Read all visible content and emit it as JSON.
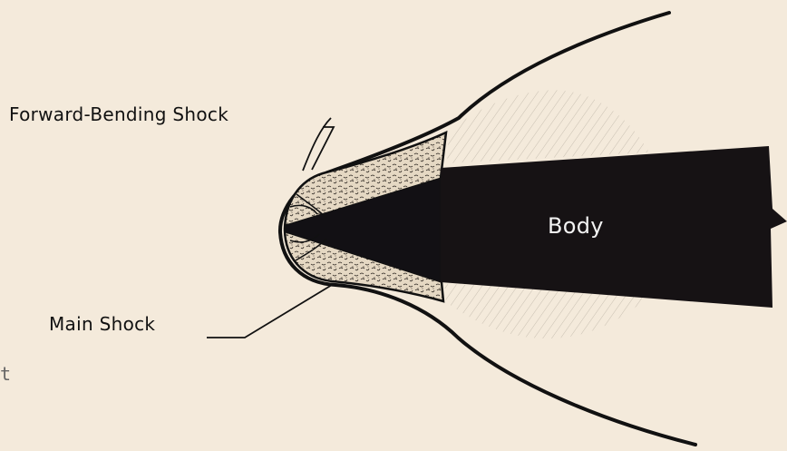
{
  "labels": {
    "forward_bending_shock": "Forward-Bending Shock",
    "main_shock": "Main Shock",
    "body": "Body"
  },
  "edge_text": "t",
  "colors": {
    "paper": "#f4eadb",
    "ink": "#111111",
    "body_fill": "#161214"
  }
}
